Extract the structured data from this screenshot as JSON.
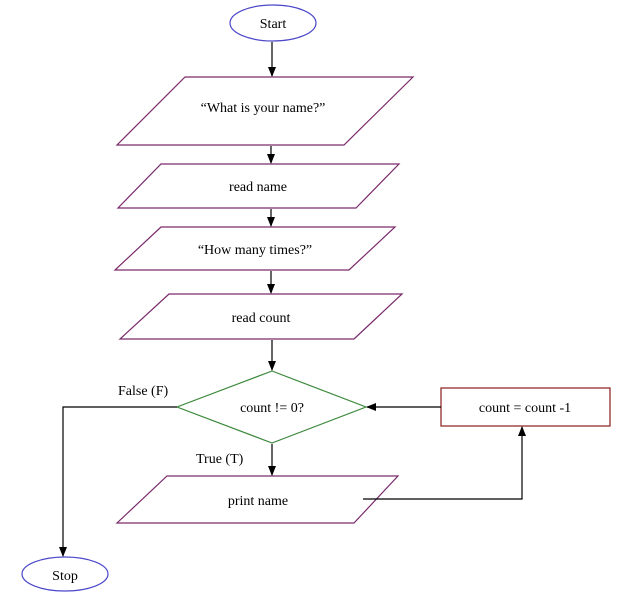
{
  "flowchart": {
    "start": "Start",
    "stop": "Stop",
    "prompt_name": "“What is your name?”",
    "read_name": "read name",
    "prompt_times": "“How many times?”",
    "read_count": "read count",
    "condition": "count != 0?",
    "false_label": "False (F)",
    "true_label": "True (T)",
    "print_name": "print name",
    "decrement": "count = count -1"
  },
  "colors": {
    "terminal_stroke": "#4b47c9",
    "io_stroke": "#7a2a6a",
    "decision_stroke": "#3d8a3d",
    "process_stroke": "#8a1c1c",
    "arrow": "#000000"
  }
}
